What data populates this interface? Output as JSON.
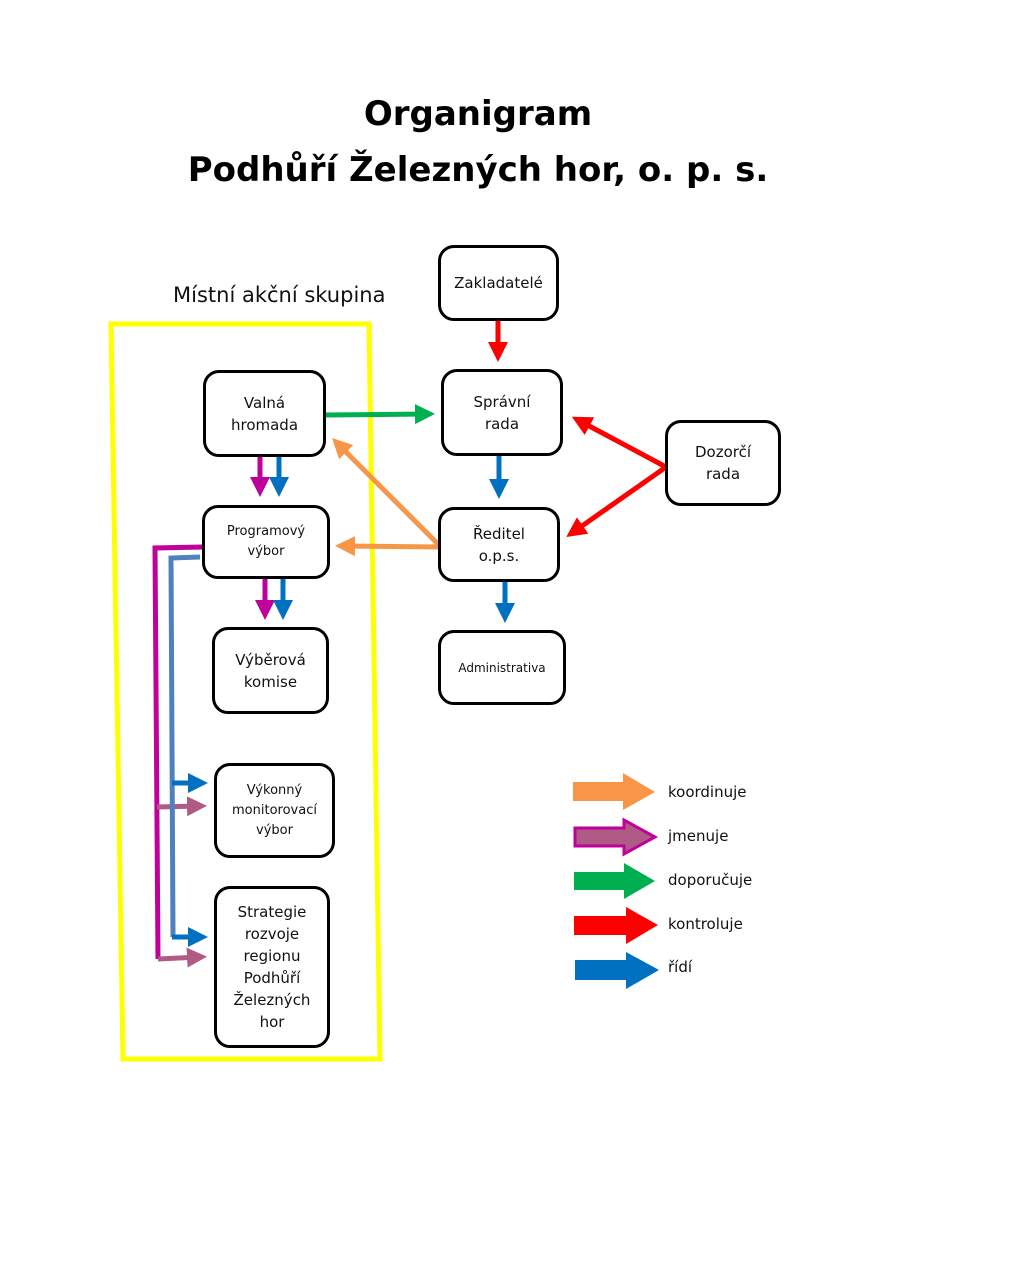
{
  "title": {
    "line1": "Organigram",
    "line2": "Podhůří Železných hor, o. p. s."
  },
  "group": {
    "label": "Místní akční skupina",
    "border_color": "#ffff00"
  },
  "nodes": {
    "zakladatele": "Zakladatelé",
    "spravni_rada": "Správní\nrada",
    "dozorci_rada": "Dozorčí\nrada",
    "reditel": "Ředitel\no.p.s.",
    "administrativa": "Administrativa",
    "valna_hromada": "Valná\nhromada",
    "programovy_vybor": "Programový\nvýbor",
    "vyberova_komise": "Výběrová\nkomise",
    "vykonny_vybor": "Výkonný\nmonitorovací\nvýbor",
    "strategie": "Strategie\nrozvoje\nregionu\nPodhůří\nŽelezných\nhor"
  },
  "legend": [
    {
      "label": "koordinuje",
      "color": "#f79646"
    },
    {
      "label": "jmenuje",
      "color": "#b05a86",
      "border": "#c0009a"
    },
    {
      "label": "doporučuje",
      "color": "#00b050"
    },
    {
      "label": "kontroluje",
      "color": "#ff0000"
    },
    {
      "label": "řídí",
      "color": "#0070c0"
    }
  ],
  "edges": [
    {
      "from": "Zakladatelé",
      "to": "Správní rada",
      "relation": "kontroluje"
    },
    {
      "from": "Dozorčí rada",
      "to": "Správní rada",
      "relation": "kontroluje"
    },
    {
      "from": "Dozorčí rada",
      "to": "Ředitel o.p.s.",
      "relation": "kontroluje"
    },
    {
      "from": "Valná hromada",
      "to": "Správní rada",
      "relation": "doporučuje"
    },
    {
      "from": "Správní rada",
      "to": "Ředitel o.p.s.",
      "relation": "řídí"
    },
    {
      "from": "Ředitel o.p.s.",
      "to": "Administrativa",
      "relation": "řídí"
    },
    {
      "from": "Ředitel o.p.s.",
      "to": "Valná hromada",
      "relation": "koordinuje"
    },
    {
      "from": "Ředitel o.p.s.",
      "to": "Programový výbor",
      "relation": "koordinuje"
    },
    {
      "from": "Valná hromada",
      "to": "Programový výbor",
      "relation": "jmenuje"
    },
    {
      "from": "Valná hromada",
      "to": "Programový výbor",
      "relation": "řídí"
    },
    {
      "from": "Programový výbor",
      "to": "Výběrová komise",
      "relation": "jmenuje"
    },
    {
      "from": "Programový výbor",
      "to": "Výběrová komise",
      "relation": "řídí"
    },
    {
      "from": "Programový výbor",
      "to": "Výkonný monitorovací výbor",
      "relation": "jmenuje"
    },
    {
      "from": "Programový výbor",
      "to": "Výkonný monitorovací výbor",
      "relation": "řídí"
    },
    {
      "from": "Programový výbor",
      "to": "Strategie rozvoje regionu Podhůří Železných hor",
      "relation": "jmenuje"
    },
    {
      "from": "Programový výbor",
      "to": "Strategie rozvoje regionu Podhůří Železných hor",
      "relation": "řídí"
    }
  ]
}
